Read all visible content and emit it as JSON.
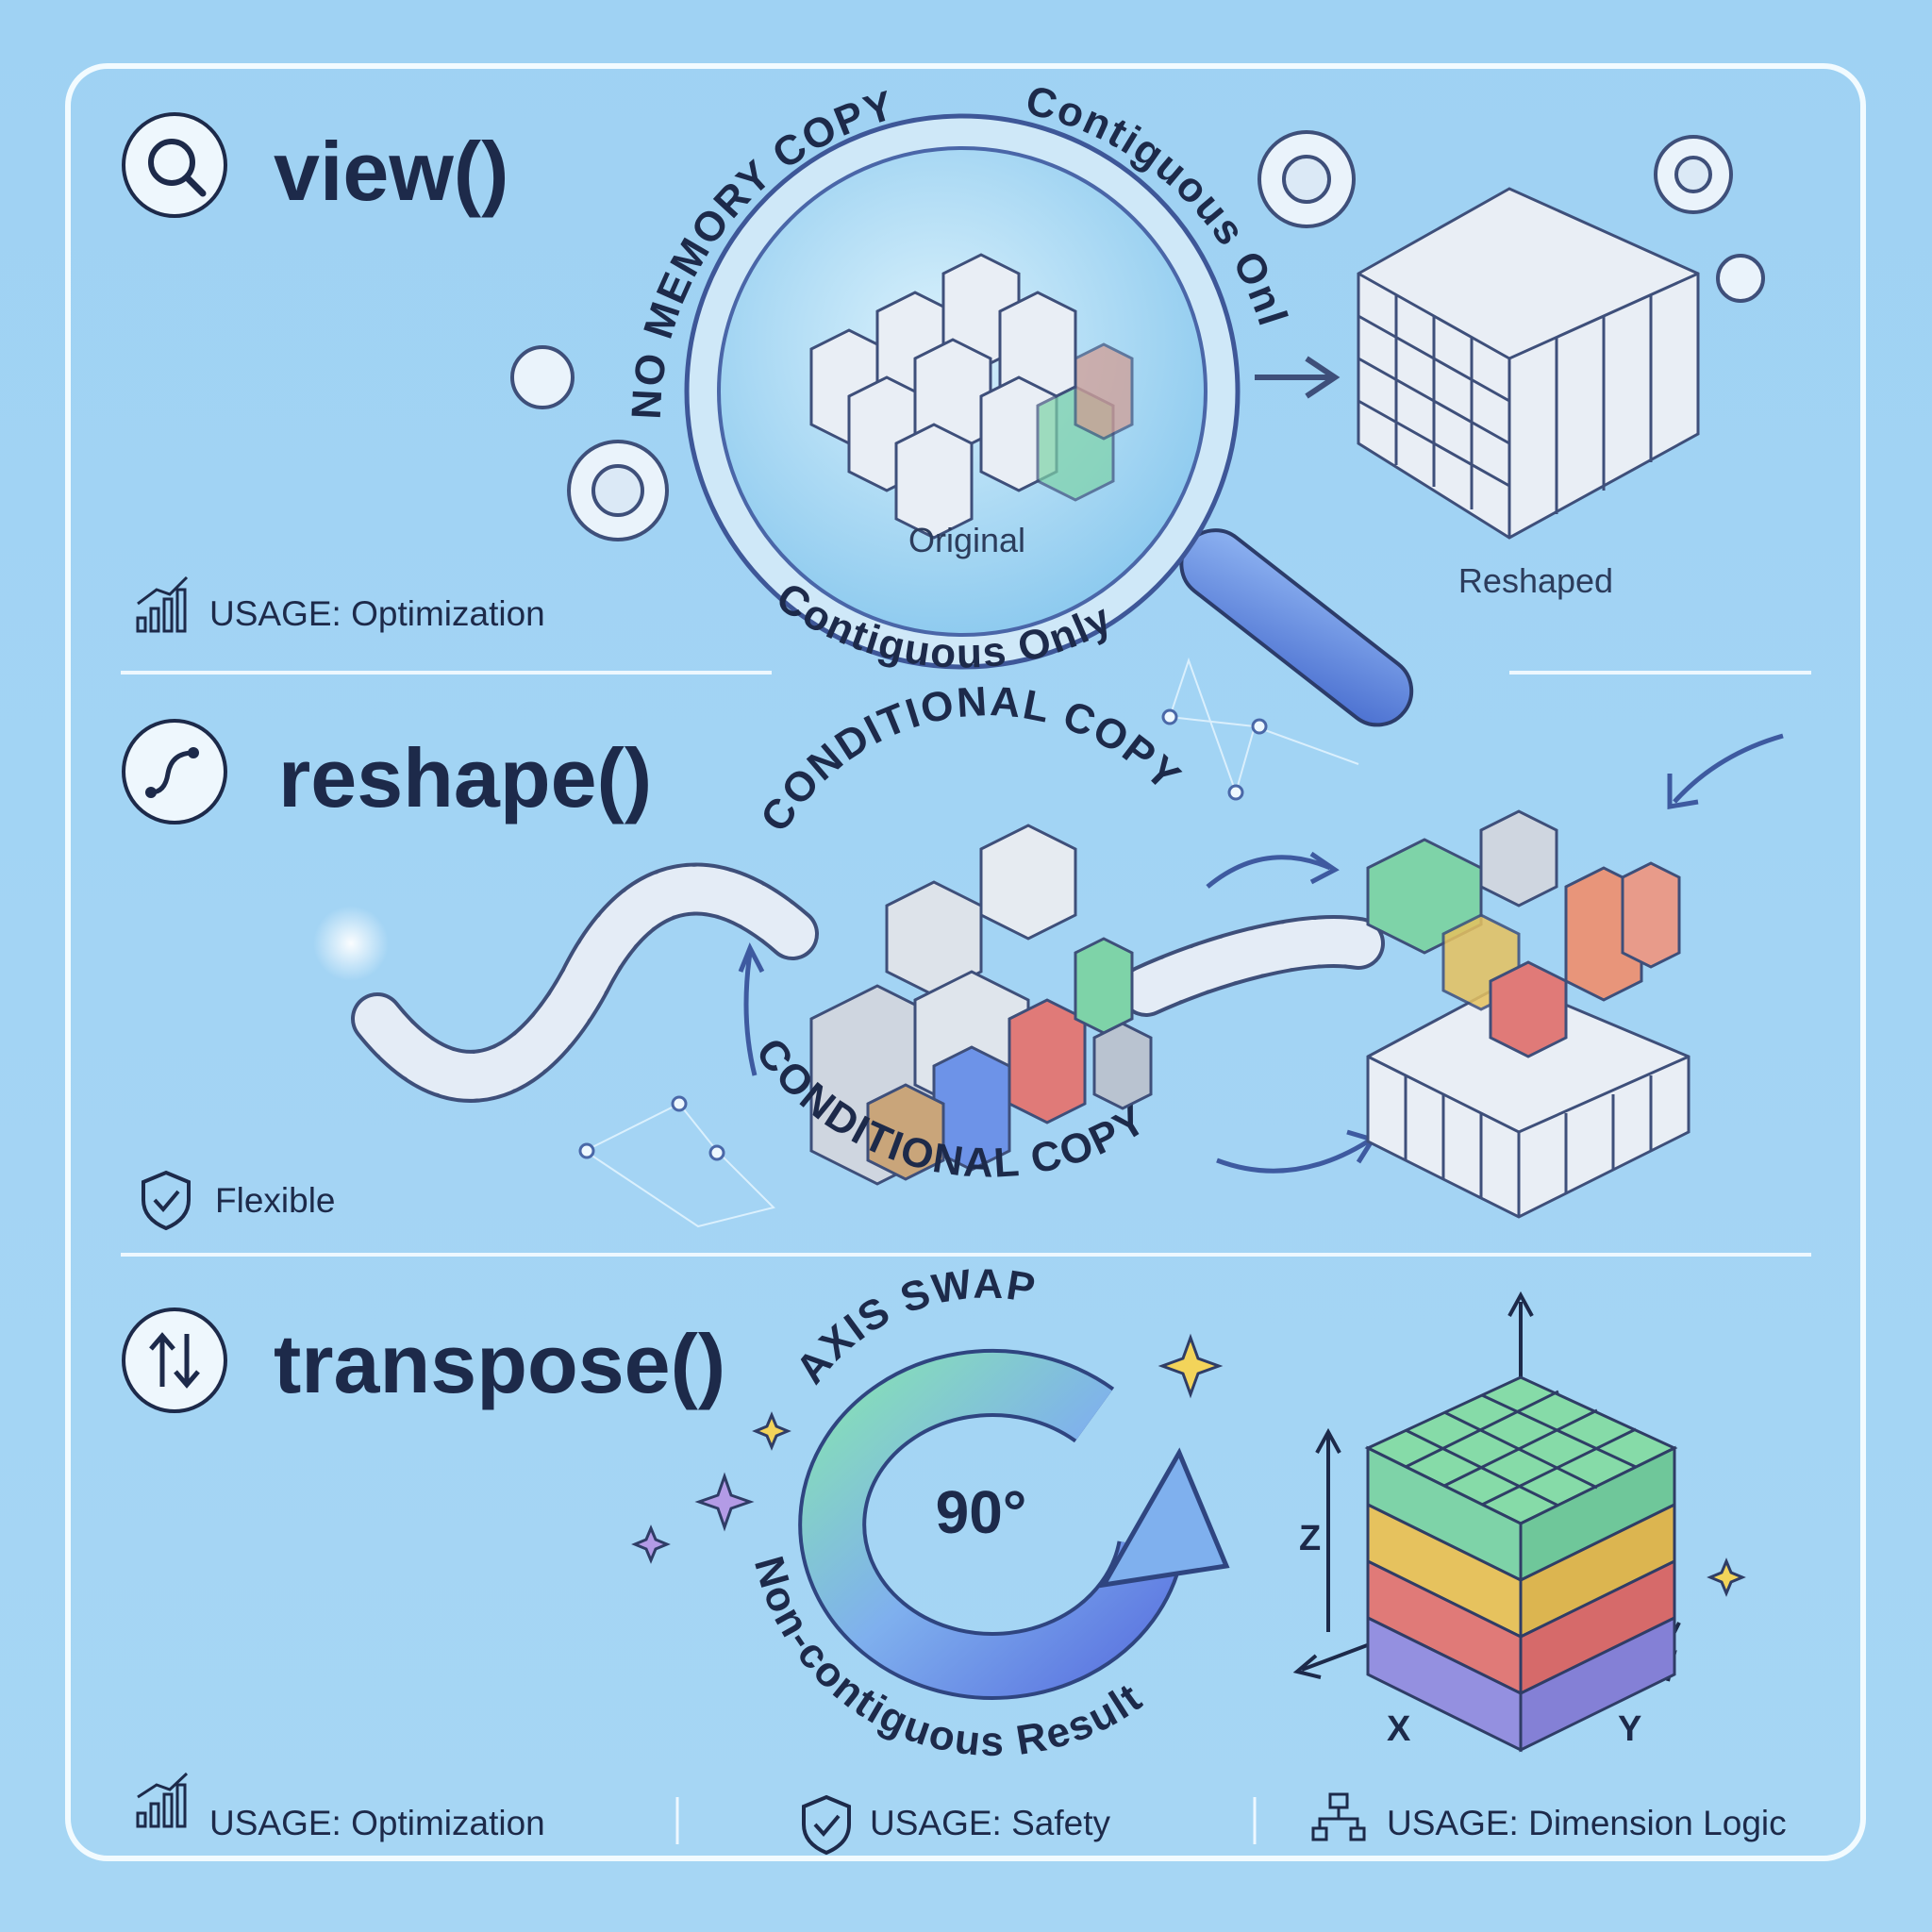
{
  "sections": {
    "view": {
      "title": "view()",
      "icon": "magnifier-search-icon",
      "badge_top": "NO MEMORY COPY",
      "badge_right": "Contiguous Only",
      "badge_bottom": "Contiguous Only",
      "original_label": "Original",
      "reshaped_label": "Reshaped",
      "usage": "USAGE: Optimization",
      "usage_icon": "bar-chart-trend-icon"
    },
    "reshape": {
      "title": "reshape()",
      "icon": "flow-path-icon",
      "badge_top": "CONDITIONAL COPY",
      "badge_bottom": "CONDITIONAL COPY",
      "usage": "Flexible",
      "usage_icon": "shield-check-icon"
    },
    "transpose": {
      "title": "transpose()",
      "icon": "swap-arrows-icon",
      "badge_top": "AXIS SWAP",
      "rotation": "90°",
      "badge_bottom": "Non-contiguous Result",
      "axis_z": "Z",
      "axis_x": "X",
      "axis_y": "Y"
    }
  },
  "footer": [
    {
      "label": "USAGE: Optimization",
      "icon": "bar-chart-trend-icon"
    },
    {
      "label": "USAGE: Safety",
      "icon": "shield-check-icon"
    },
    {
      "label": "USAGE: Dimension Logic",
      "icon": "hierarchy-icon"
    }
  ],
  "colors": {
    "background": "#a3d4f4",
    "text": "#1d2a4a",
    "panel_border": "#f2fbff",
    "cube_face": "#e9eef5",
    "green": "#7ed3a8",
    "yellow": "#e6c25e",
    "red": "#e07a78",
    "purple": "#9490e0",
    "blue": "#6d93e8"
  }
}
